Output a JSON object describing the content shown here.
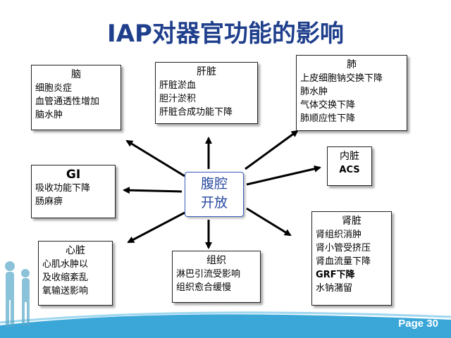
{
  "title": "IAP对器官功能的影响",
  "center": {
    "line1": "腹腔",
    "line2": "开放"
  },
  "boxes": {
    "brain": {
      "head": "脑",
      "lines": [
        "细胞炎症",
        "血管通透性增加",
        "脑水肿"
      ]
    },
    "liver": {
      "head": "肝脏",
      "lines": [
        "肝脏淤血",
        "胆汁淤积",
        "肝脏合成功能下降"
      ]
    },
    "lung": {
      "head": "肺",
      "lines": [
        "上皮细胞钠交换下降",
        "肺水肿",
        "气体交换下降",
        "肺顺应性下降"
      ]
    },
    "viscera": {
      "head": "内脏",
      "lines": [
        "ACS"
      ]
    },
    "gi": {
      "head": "GI",
      "lines": [
        "吸收功能下降",
        "肠麻痹"
      ]
    },
    "kidney": {
      "head": "肾脏",
      "lines": [
        "肾组织消肿",
        "肾小管受挤压",
        "肾血流量下降",
        "GRF下降",
        "水钠潴留"
      ]
    },
    "heart": {
      "head": "心脏",
      "lines": [
        "心肌水肿以",
        "及收缩紊乱",
        "氧输送影响"
      ]
    },
    "tissue": {
      "head": "组织",
      "lines": [
        "淋巴引流受影响",
        "组织愈合缓慢"
      ]
    }
  },
  "footer": {
    "page": "Page 30"
  },
  "colors": {
    "title": "#1f3f8c",
    "center_text": "#2a4aa0",
    "band": "#3aa7d8"
  }
}
